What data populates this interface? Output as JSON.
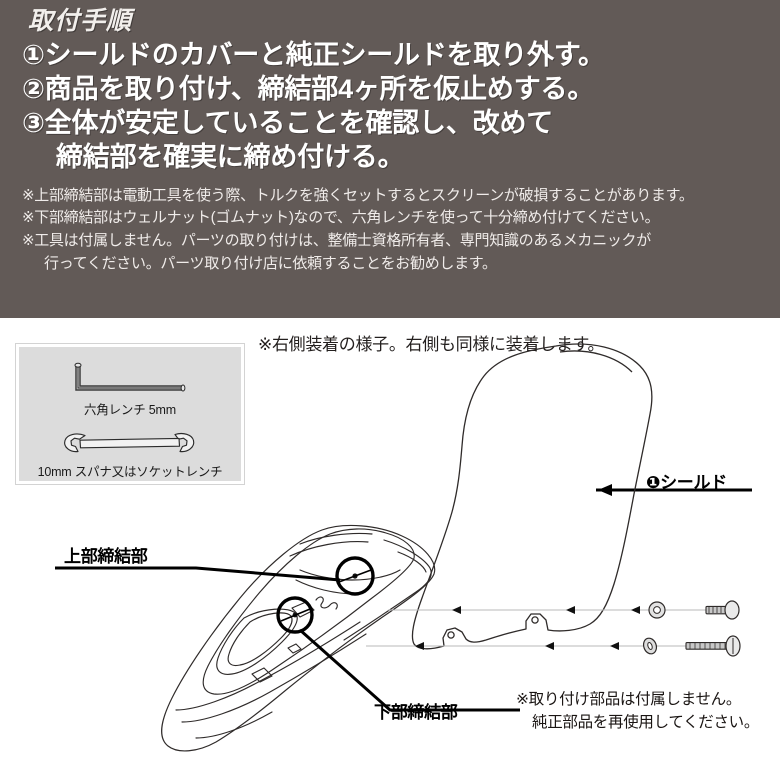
{
  "header": {
    "title": "取付手順",
    "steps": [
      {
        "text": "①シールドのカバーと純正シールドを取り外す。",
        "indent": false
      },
      {
        "text": "②商品を取り付け、締結部4ヶ所を仮止めする。",
        "indent": false
      },
      {
        "text": "③全体が安定していることを確認し、改めて",
        "indent": false
      },
      {
        "text": "締結部を確実に締め付ける。",
        "indent": true
      }
    ],
    "notes": [
      {
        "text": "※上部締結部は電動工具を使う際、トルクを強くセットするとスクリーンが破損することがあります。",
        "indent": false
      },
      {
        "text": "※下部締結部はウェルナット(ゴムナット)なので、六角レンチを使って十分締め付けてください。",
        "indent": false
      },
      {
        "text": "※工具は付属しません。パーツの取り付けは、整備士資格所有者、専門知識のあるメカニックが",
        "indent": false
      },
      {
        "text": "行ってください。パーツ取り付け店に依頼することをお勧めします。",
        "indent": true
      }
    ]
  },
  "toolbox": {
    "hex_wrench_label": "六角レンチ 5mm",
    "spanner_label": "10mm スパナ又はソケットレンチ"
  },
  "diagram": {
    "right_side_caption": "※右側装着の様子。右側も同様に装着します。",
    "shield_label": "❶シールド",
    "upper_fastener_label": "上部締結部",
    "lower_fastener_label": "下部締結部",
    "parts_note_line1": "※取り付け部品は付属しません。",
    "parts_note_line2": "純正部品を再使用してください。"
  },
  "colors": {
    "header_background": "#625a57",
    "header_text": "#ffffff",
    "body_background": "#ffffff",
    "toolbox_background": "#dcdcdc",
    "line_art": "#231f20"
  }
}
